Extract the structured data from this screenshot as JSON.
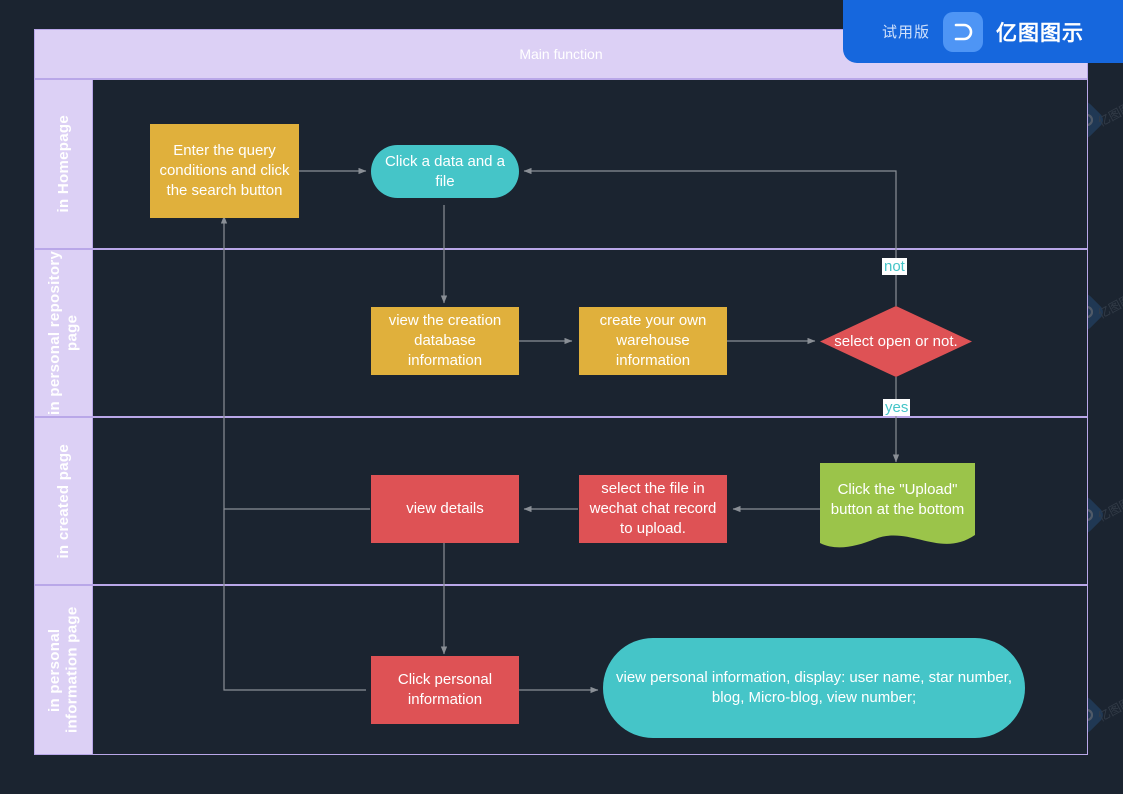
{
  "watermark": {
    "trial_label": "试用版",
    "brand": "亿图图示",
    "tile_text": "亿图图示",
    "logo_icon": "edraw-logo-icon"
  },
  "diagram": {
    "title": "Main function",
    "type": "swimlane-flowchart",
    "lanes": [
      {
        "id": "lane-homepage",
        "label": "in Homepage"
      },
      {
        "id": "lane-personal-repository",
        "label": "in personal repository page"
      },
      {
        "id": "lane-created",
        "label": "in created page"
      },
      {
        "id": "lane-personal-information",
        "label": "in personal information page"
      }
    ],
    "nodes": [
      {
        "id": "n1",
        "lane": "lane-homepage",
        "shape": "rectangle",
        "color": "#e0b03c",
        "text": "Enter the query conditions and click the search button"
      },
      {
        "id": "n2",
        "lane": "lane-homepage",
        "shape": "rounded-pill",
        "color": "#45c5c8",
        "text": "Click a data and a file"
      },
      {
        "id": "n3",
        "lane": "lane-personal-repository",
        "shape": "rectangle",
        "color": "#e0b03c",
        "text": "view the creation database information"
      },
      {
        "id": "n4",
        "lane": "lane-personal-repository",
        "shape": "rectangle",
        "color": "#e0b03c",
        "text": "create your own warehouse information"
      },
      {
        "id": "n5",
        "lane": "lane-personal-repository",
        "shape": "diamond",
        "color": "#de5255",
        "text": "select open or not."
      },
      {
        "id": "n6",
        "lane": "lane-created",
        "shape": "document",
        "color": "#9bc44a",
        "text": "Click the \"Upload\" button at the bottom"
      },
      {
        "id": "n7",
        "lane": "lane-created",
        "shape": "rectangle",
        "color": "#de5255",
        "text": "select the file in wechat chat record to upload."
      },
      {
        "id": "n8",
        "lane": "lane-created",
        "shape": "rectangle",
        "color": "#de5255",
        "text": "view details"
      },
      {
        "id": "n9",
        "lane": "lane-personal-information",
        "shape": "rectangle",
        "color": "#de5255",
        "text": "Click personal information"
      },
      {
        "id": "n10",
        "lane": "lane-personal-information",
        "shape": "rounded-pill",
        "color": "#45c5c8",
        "text": "view personal information, display: user name, star number, blog, Micro-blog, view number;"
      }
    ],
    "edge_labels": [
      {
        "id": "edge-label-not",
        "text": "not",
        "color": "#45c5c8"
      },
      {
        "id": "edge-label-yes",
        "text": "yes",
        "color": "#45c5c8"
      }
    ],
    "colors": {
      "canvas": "#1b2430",
      "lane_header": "#dcd0f5",
      "lane_border": "#b9a7e8",
      "yellow": "#e0b03c",
      "teal": "#45c5c8",
      "red": "#de5255",
      "green": "#9bc44a",
      "connector": "#8a8f96",
      "brand_blue": "#1667dd"
    }
  }
}
